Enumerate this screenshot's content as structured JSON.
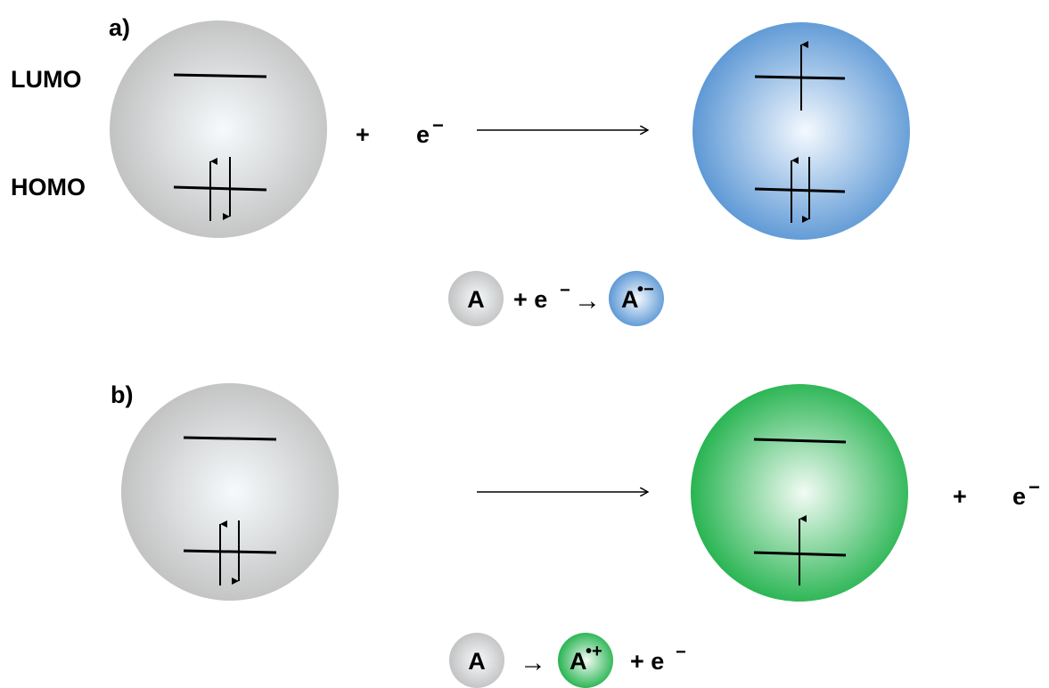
{
  "panel_a": {
    "label": "a)",
    "lumo_label": "LUMO",
    "homo_label": "HOMO",
    "plus": "+",
    "electron": "e",
    "electron_charge": "−",
    "equation": {
      "reactant": "A",
      "plus_electron": "+ e",
      "electron_charge": "−",
      "arrow": "→",
      "product": "A",
      "product_charge": "•−"
    }
  },
  "panel_b": {
    "label": "b)",
    "plus": "+",
    "electron": "e",
    "electron_charge": "−",
    "equation": {
      "reactant": "A",
      "arrow": "→",
      "product": "A",
      "product_charge": "•+",
      "plus_electron": "+ e",
      "electron_charge": "−"
    }
  },
  "colors": {
    "neutral": "#c4c4c4",
    "anion": "#5a98d6",
    "cation": "#1fb34b"
  }
}
